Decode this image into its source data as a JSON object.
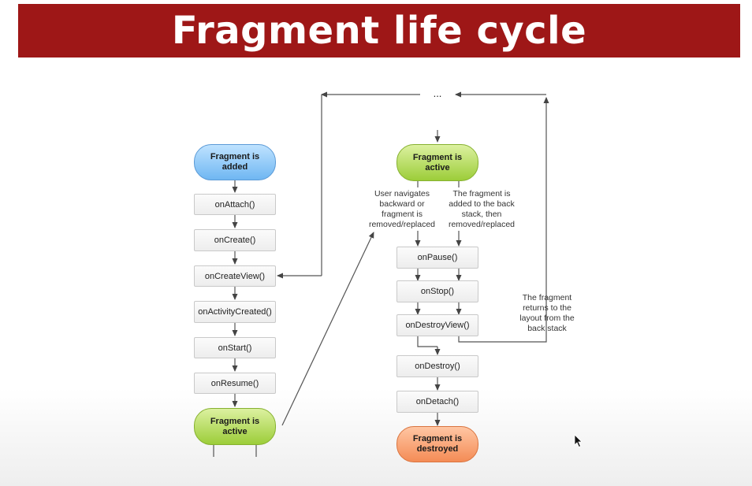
{
  "title": "Fragment life cycle",
  "left_column": {
    "start": "Fragment is\nadded",
    "steps": [
      "onAttach()",
      "onCreate()",
      "onCreateView()",
      "onActivityCreated()",
      "onStart()",
      "onResume()"
    ],
    "end": "Fragment is\nactive"
  },
  "right_column": {
    "start": "Fragment is\nactive",
    "note_left": "User navigates\nbackward or\nfragment is\nremoved/replaced",
    "note_right": "The fragment is\nadded to the back\nstack, then\nremoved/replaced",
    "steps": [
      "onPause()",
      "onStop()",
      "onDestroyView()",
      "onDestroy()",
      "onDetach()"
    ],
    "end": "Fragment is\ndestroyed"
  },
  "top_ellipsis": "...",
  "return_note": "The fragment\nreturns to the\nlayout from the\nback stack"
}
